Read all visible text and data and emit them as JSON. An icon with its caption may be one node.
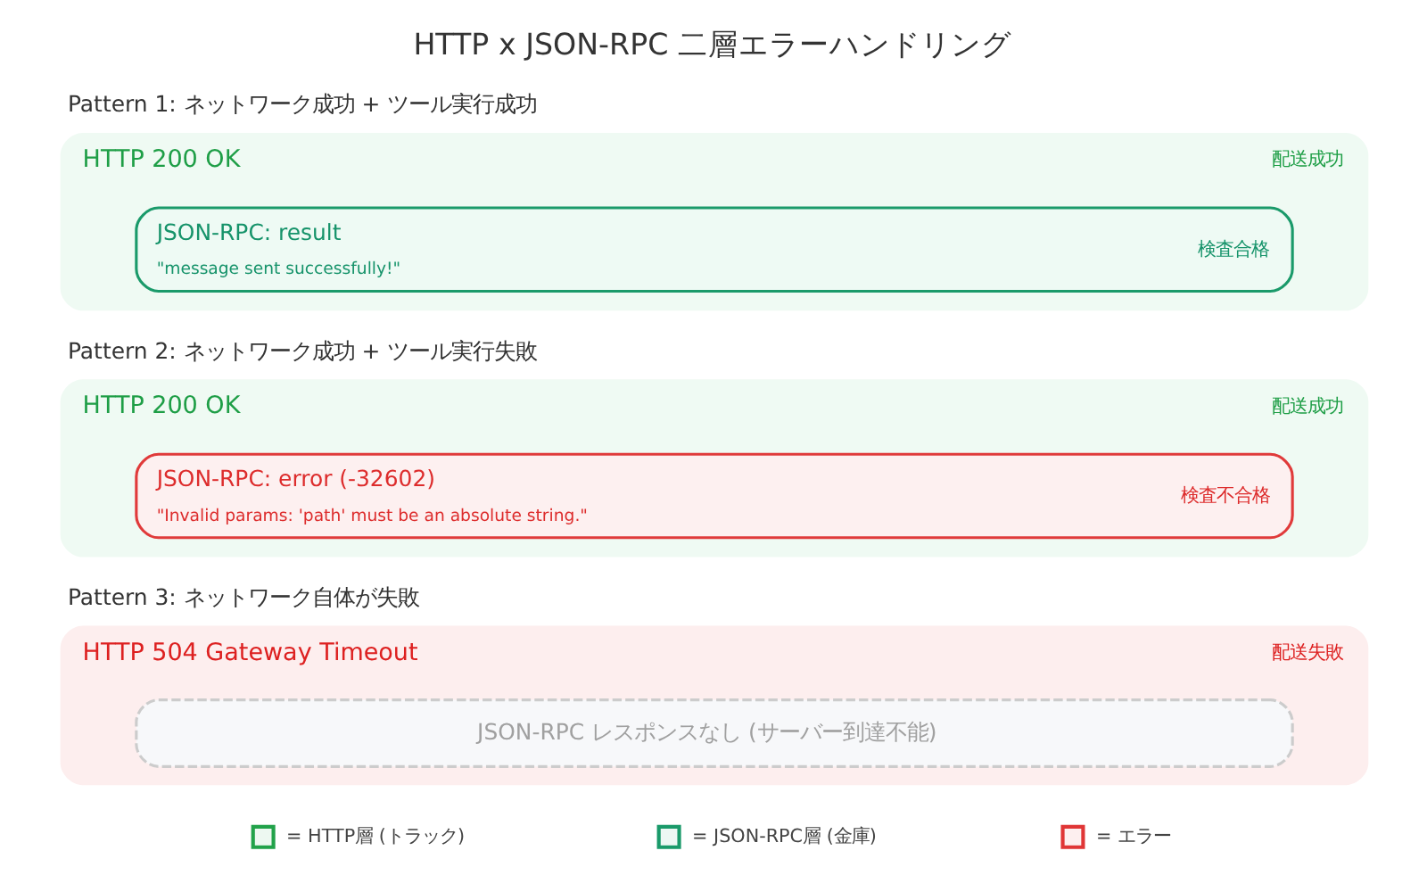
{
  "diagram": {
    "title": "HTTP x JSON-RPC 二層エラーハンドリング",
    "nodes": [
      {
        "text": [
          "Pattern 1: ネットワーク成功 + ツール実行成功",
          "HTTP 200 OK",
          "配送成功"
        ]
      },
      {
        "text": [
          "JSON-RPC: result",
          "\"message sent successfully!\"",
          "検査合格"
        ],
        "in": 0
      },
      {
        "text": [
          "Pattern 2: ネットワーク成功 + ツール実行失敗",
          "HTTP 200 OK",
          "配送成功"
        ]
      },
      {
        "text": [
          "JSON-RPC: error (-32602)",
          "\"Invalid params: 'path' must be an absolute string.\"",
          "検査不合格"
        ],
        "in": 2
      },
      {
        "text": [
          "Pattern 3: ネットワーク自体が失敗",
          "HTTP 504 Gateway Timeout",
          "配送失敗"
        ]
      },
      {
        "text": [
          "JSON-RPC レスポンスなし (サーバー到達不能)"
        ],
        "in": 4
      }
    ],
    "legend": [
      {
        "text": "= HTTP層 (トラック)",
        "color": "#22a24a"
      },
      {
        "text": "= JSON-RPC層 (金庫)",
        "color": "#1a9a6a"
      },
      {
        "text": "= エラー",
        "color": "#e03636"
      }
    ]
  }
}
